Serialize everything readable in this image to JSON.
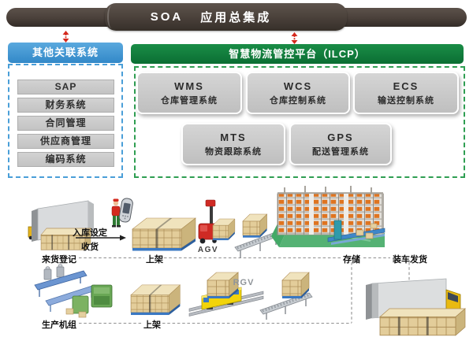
{
  "soa_bar": {
    "title_en": "SOA",
    "title_zh": "应用总集成"
  },
  "related_systems": {
    "title": "其他关联系统",
    "items": [
      "SAP",
      "财务系统",
      "合同管理",
      "供应商管理",
      "编码系统"
    ]
  },
  "platform": {
    "title": "智慧物流管控平台（ILCP）",
    "modules": [
      {
        "abbr": "WMS",
        "name": "仓库管理系统"
      },
      {
        "abbr": "WCS",
        "name": "仓库控制系统"
      },
      {
        "abbr": "ECS",
        "name": "输送控制系统"
      },
      {
        "abbr": "MTS",
        "name": "物资跟踪系统"
      },
      {
        "abbr": "GPS",
        "name": "配送管理系统"
      }
    ]
  },
  "flow": {
    "receiving": "来货登记",
    "inbound_setup": "入库设定",
    "receive_goods": "收货",
    "putaway_top": "上架",
    "agv": "AGV",
    "storage": "存储",
    "dispatch": "装车发货",
    "production": "生产机组",
    "putaway_bottom": "上架",
    "rgv": "RGV"
  },
  "colors": {
    "pipe": "#4a403a",
    "blue_header": "#3e96d2",
    "green_header": "#0f7f3c",
    "card_gray": "#c8c8c8",
    "red_arrow": "#d5281c",
    "dashed_line": "#8f8f8f",
    "crate_tan": "#e3cd9a",
    "pallet_blue": "#3a78c2",
    "agv_red": "#cf2a24",
    "rgv_yellow": "#f2d40a",
    "warehouse_green": "#44a967",
    "rack_orange": "#df7420"
  }
}
